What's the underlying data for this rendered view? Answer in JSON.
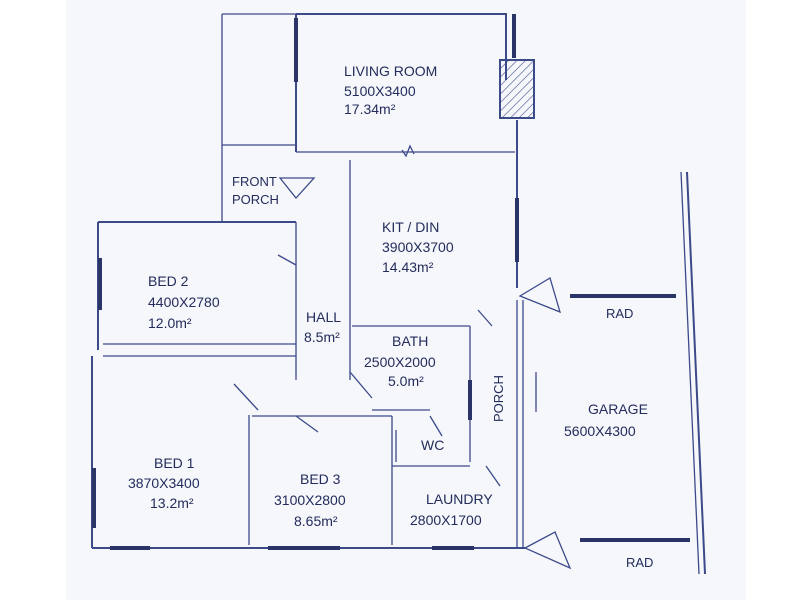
{
  "rooms": {
    "living": {
      "name": "LIVING ROOM",
      "dims": "5100X3400",
      "area": "17.34m²"
    },
    "kitdin": {
      "name": "KIT / DIN",
      "dims": "3900X3700",
      "area": "14.43m²"
    },
    "bed2": {
      "name": "BED 2",
      "dims": "4400X2780",
      "area": "12.0m²"
    },
    "hall": {
      "name": "HALL",
      "area": "8.5m²"
    },
    "bath": {
      "name": "BATH",
      "dims": "2500X2000",
      "area": "5.0m²"
    },
    "wc": {
      "name": "WC"
    },
    "porch": {
      "name": "PORCH"
    },
    "front_porch": {
      "line1": "FRONT",
      "line2": "PORCH"
    },
    "bed1": {
      "name": "BED 1",
      "dims": "3870X3400",
      "area": "13.2m²"
    },
    "bed3": {
      "name": "BED 3",
      "dims": "3100X2800",
      "area": "8.65m²"
    },
    "laundry": {
      "name": "LAUNDRY",
      "dims": "2800X1700"
    },
    "garage": {
      "name": "GARAGE",
      "dims": "5600X4300"
    }
  },
  "labels": {
    "rad_top": "RAD",
    "rad_bottom": "RAD"
  },
  "colors": {
    "ink": "#232c5c",
    "paper": "#f6f7fb"
  }
}
